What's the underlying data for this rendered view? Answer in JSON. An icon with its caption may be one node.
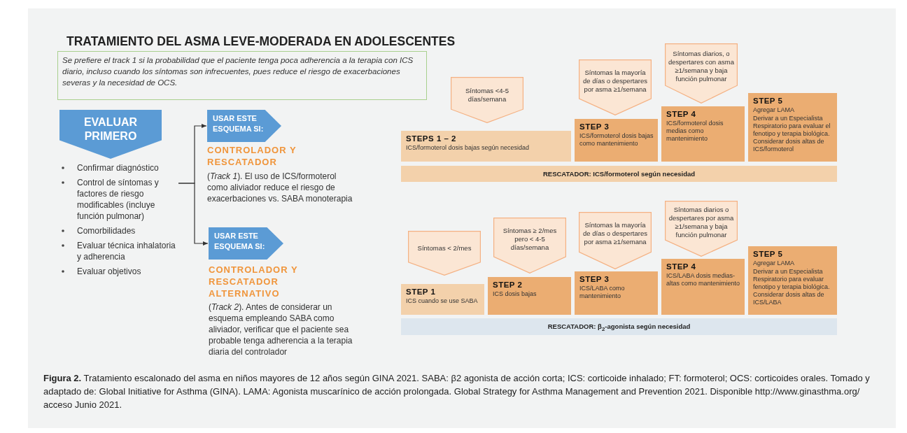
{
  "diagram": {
    "title": "TRATAMIENTO DEL ASMA LEVE-MODERADA EN ADOLESCENTES",
    "caption": "**Figura 2.** Tratamiento escalonado del asma en niños mayores de 12 años según GINA 2021. SABA: β2 agonista de acción corta; ICS: corticoide inhalado; FT: formoterol; OCS: corticoides orales. Tomado y adaptado de: Global Initiative for Asthma (GINA). LAMA: Agonista muscarínico de acción prolongada. Global Strategy for Asthma Management and Prevention 2021. Disponible http://www.ginasthma.org/ acceso Junio 2021.",
    "nodes": [
      {
        "text": [
          "Se prefiere el track 1 si la probabilidad que el paciente tenga poca adherencia a la terapia con ICS diario, incluso cuando los síntomas son infrecuentes, pues reduce el riesgo de exacerbaciones severas y la necesidad de OCS."
        ]
      },
      {
        "text": [
          "EVALUAR PRIMERO"
        ]
      },
      {
        "text": [
          "Confirmar diagnóstico",
          "Control de síntomas y factores de riesgo modificables (incluye función pulmonar)",
          "Comorbilidades",
          "Evaluar técnica inhalatoria y adherencia",
          "Evaluar objetivos"
        ]
      },
      {
        "text": [
          "USAR ESTE ESQUEMA SI:"
        ],
        "beside": [
          "CONTROLADOR Y RESCATADOR",
          "(*Track 1*). El uso de ICS/formoterol como aliviador reduce el riesgo de exacerbaciones vs. SABA monoterapia"
        ]
      },
      {
        "text": [
          "USAR ESTE ESQUEMA SI:"
        ],
        "beside": [
          "CONTROLADOR Y RESCATADOR ALTERNATIVO",
          "(*Track 2*). Antes de considerar un esquema empleando SABA como aliviador, verificar que el paciente sea probable tenga adherencia a la terapia diaria del controlador"
        ]
      },
      {
        "text": [
          "Síntomas <4-5 días/semana"
        ]
      },
      {
        "text": [
          "Síntomas la mayoría de días o despertares por asma ≥1/semana"
        ]
      },
      {
        "text": [
          "Síntomas diarios, o despertares con asma ≥1/semana y baja función pulmonar"
        ]
      },
      {
        "text": [
          "STEPS 1 – 2",
          "ICS/formoterol dosis bajas según necesidad"
        ]
      },
      {
        "text": [
          "STEP 3",
          "ICS/formoterol dosis bajas como mantenimiento"
        ]
      },
      {
        "text": [
          "STEP 4",
          "ICS/formoterol dosis medias como mantenimiento"
        ]
      },
      {
        "text": [
          "STEP 5",
          "Agregar LAMA",
          "Derivar a un Especialista Respiratorio para evaluar el fenotipo y terapia biológica. Considerar dosis altas de ICS/formoterol"
        ]
      },
      {
        "text": [
          "RESCATADOR: ICS/formoterol según necesidad"
        ]
      },
      {
        "text": [
          "Síntomas < 2/mes"
        ]
      },
      {
        "text": [
          "Síntomas ≥ 2/mes pero < 4-5 días/semana"
        ]
      },
      {
        "text": [
          "Síntomas la mayoría de días o despertares por asma ≥1/semana"
        ]
      },
      {
        "text": [
          "Síntomas diarios o despertares por asma ≥1/semana y baja función pulmonar"
        ]
      },
      {
        "text": [
          "STEP 1",
          "ICS cuando se use SABA"
        ]
      },
      {
        "text": [
          "STEP 2",
          "ICS dosis bajas"
        ]
      },
      {
        "text": [
          "STEP 3",
          "ICS/LABA como mantenimiento"
        ]
      },
      {
        "text": [
          "STEP 4",
          "ICS/LABA dosis medias-altas como mantenimiento"
        ]
      },
      {
        "text": [
          "STEP 5",
          "Agregar LAMA",
          "Derivar a un Especialista Respiratorio para evaluar fenotipo y terapia biológica. Considerar dosis altas de ICS/LABA"
        ]
      },
      {
        "text": [
          "RESCATADOR: β$_{2}$-agonista según necesidad"
        ]
      }
    ],
    "edges": [
      {
        "from": 2,
        "to": 3,
        "arrow": "to"
      },
      {
        "from": 2,
        "to": 4,
        "arrow": "to"
      }
    ]
  }
}
